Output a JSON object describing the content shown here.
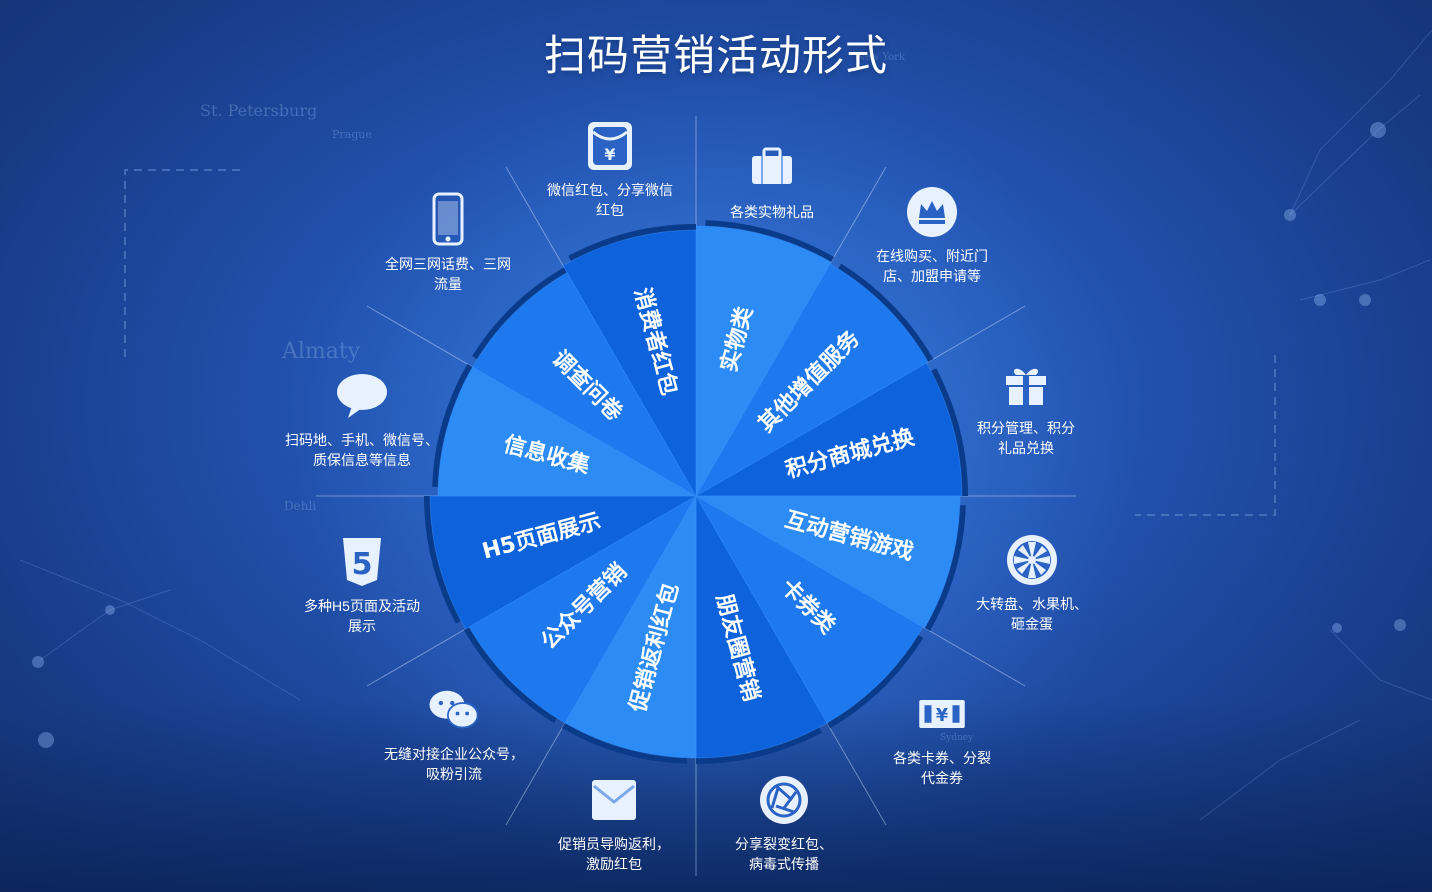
{
  "title": "扫码营销活动形式",
  "background_labels": [
    "St. Petersburg",
    "Prague",
    "Almaty",
    "Dehli",
    "New York",
    "Sydney"
  ],
  "colors": {
    "segment_light": "#2d8bf6",
    "segment_mid": "#1e78ee",
    "segment_dark": "#0e63dc",
    "edge": "#0a3a8a"
  },
  "segments": [
    {
      "label": "实物类"
    },
    {
      "label": "其他增值服务"
    },
    {
      "label": "积分商城兑换"
    },
    {
      "label": "互动营销游戏"
    },
    {
      "label": "卡券类"
    },
    {
      "label": "朋友圈营销"
    },
    {
      "label": "促销返利红包"
    },
    {
      "label": "公众号营销"
    },
    {
      "label": "H5页面展示"
    },
    {
      "label": "信息收集"
    },
    {
      "label": "调查问卷"
    },
    {
      "label": "消费者红包"
    }
  ],
  "items": [
    {
      "icon": "briefcase-icon",
      "line1": "各类实物礼品",
      "line2": ""
    },
    {
      "icon": "crown-icon",
      "line1": "在线购买、附近门",
      "line2": "店、加盟申请等"
    },
    {
      "icon": "gift-icon",
      "line1": "积分管理、积分",
      "line2": "礼品兑换"
    },
    {
      "icon": "fan-wheel-icon",
      "line1": "大转盘、水果机、",
      "line2": "砸金蛋"
    },
    {
      "icon": "coupon-ticket-icon",
      "line1": "各类卡券、分裂",
      "line2": "代金券"
    },
    {
      "icon": "camera-shutter-icon",
      "line1": "分享裂变红包、",
      "line2": "病毒式传播"
    },
    {
      "icon": "envelope-icon",
      "line1": "促销员导购返利，",
      "line2": "激励红包"
    },
    {
      "icon": "wechat-icon",
      "line1": "无缝对接企业公众号，",
      "line2": "吸粉引流"
    },
    {
      "icon": "html5-icon",
      "line1": "多种H5页面及活动",
      "line2": "展示"
    },
    {
      "icon": "chat-bubble-icon",
      "line1": "扫码地、手机、微信号、",
      "line2": "质保信息等信息"
    },
    {
      "icon": "mobile-phone-icon",
      "line1": "全网三网话费、三网",
      "line2": "流量"
    },
    {
      "icon": "red-packet-icon",
      "line1": "微信红包、分享微信",
      "line2": "红包"
    }
  ],
  "red_packet_symbol": "¥",
  "coupon_symbol": "¥",
  "html5_symbol": "5"
}
